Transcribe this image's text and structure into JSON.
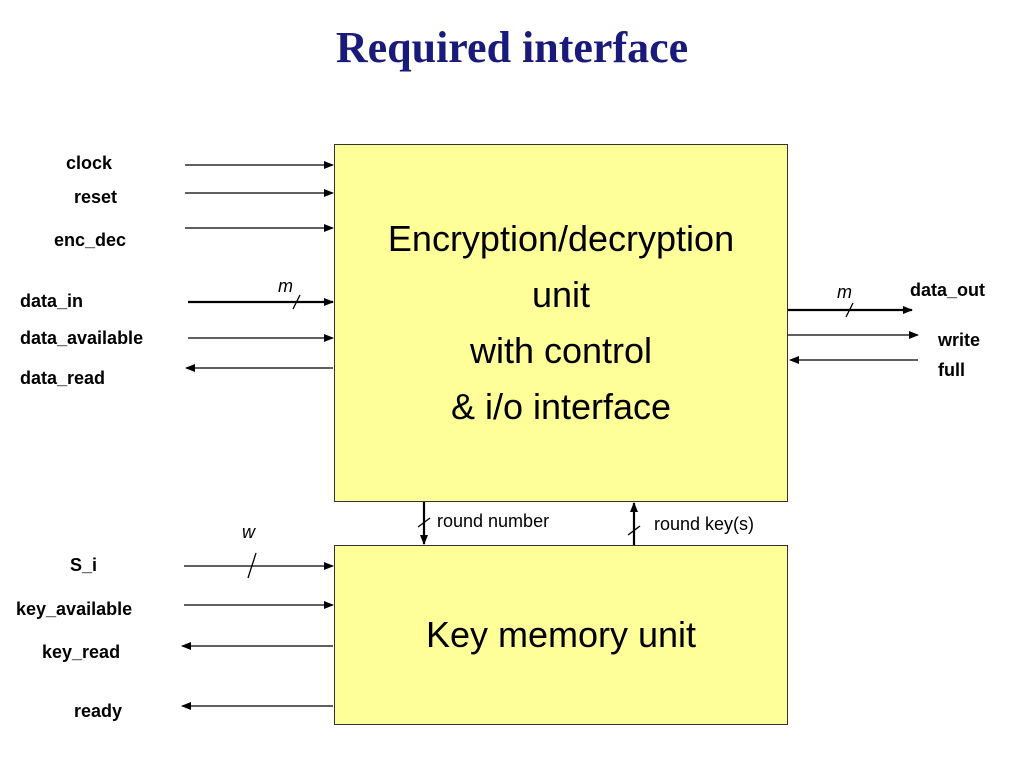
{
  "title": "Required interface",
  "enc_unit": {
    "lines": [
      "Encryption/decryption",
      "unit",
      "with control",
      "& i/o interface"
    ],
    "fill": "#ffff99"
  },
  "key_unit": {
    "label": "Key memory unit",
    "fill": "#ffff99"
  },
  "enc_inputs": {
    "clock": "clock",
    "reset": "reset",
    "enc_dec": "enc_dec",
    "data_in": "data_in",
    "data_available": "data_available",
    "data_read": "data_read"
  },
  "enc_outputs": {
    "data_out": "data_out",
    "write": "write",
    "full": "full"
  },
  "key_signals": {
    "s_i": "S_i",
    "key_available": "key_available",
    "key_read": "key_read",
    "ready": "ready"
  },
  "bus_widths": {
    "data_in": "m",
    "data_out": "m",
    "s_i": "w"
  },
  "internal": {
    "round_number": "round number",
    "round_keys": "round key(s)"
  },
  "colors": {
    "title": "#1a1a7a",
    "box_fill": "#ffff99",
    "wire": "#000000"
  }
}
